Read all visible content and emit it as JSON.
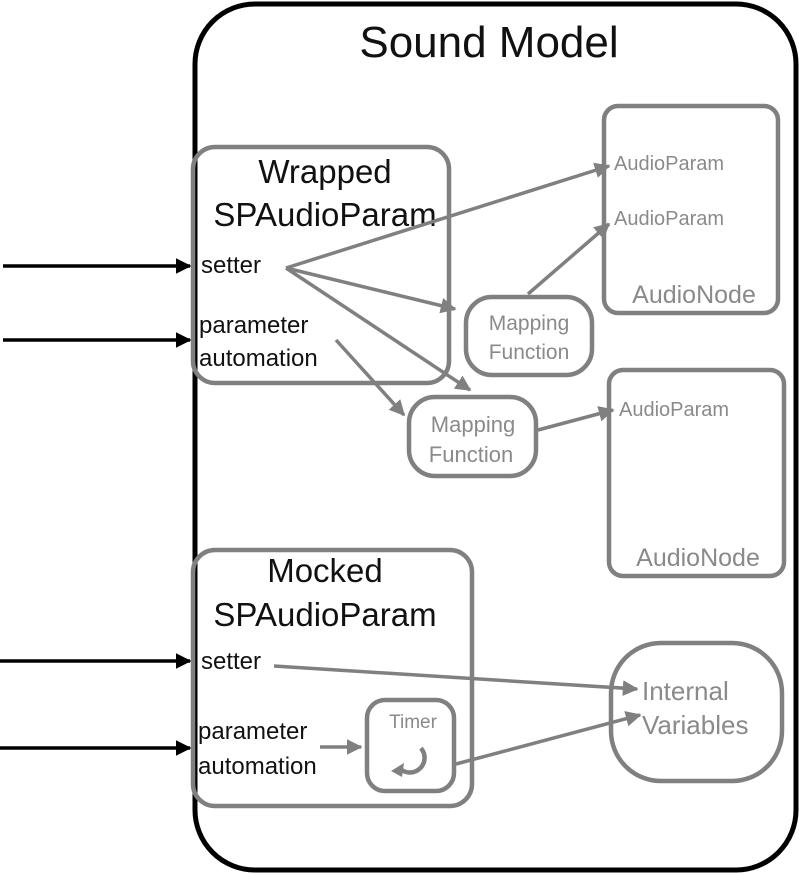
{
  "sound_model": {
    "title": "Sound Model"
  },
  "wrapped": {
    "title_line1": "Wrapped",
    "title_line2": "SPAudioParam",
    "setter": "setter",
    "automation_line1": "parameter",
    "automation_line2": "automation"
  },
  "mapping_1": {
    "line1": "Mapping",
    "line2": "Function"
  },
  "mapping_2": {
    "line1": "Mapping",
    "line2": "Function"
  },
  "audio_node_1": {
    "param_1": "AudioParam",
    "param_2": "AudioParam",
    "label": "AudioNode"
  },
  "audio_node_2": {
    "param_1": "AudioParam",
    "label": "AudioNode"
  },
  "mocked": {
    "title_line1": "Mocked",
    "title_line2": "SPAudioParam",
    "setter": "setter",
    "automation_line1": "parameter",
    "automation_line2": "automation"
  },
  "timer": {
    "label": "Timer",
    "icon": "refresh-icon"
  },
  "internal": {
    "line1": "Internal",
    "line2": "Variables"
  },
  "colors": {
    "black": "#000000",
    "gray": "#808080",
    "gray_text": "#8a8a8a"
  }
}
